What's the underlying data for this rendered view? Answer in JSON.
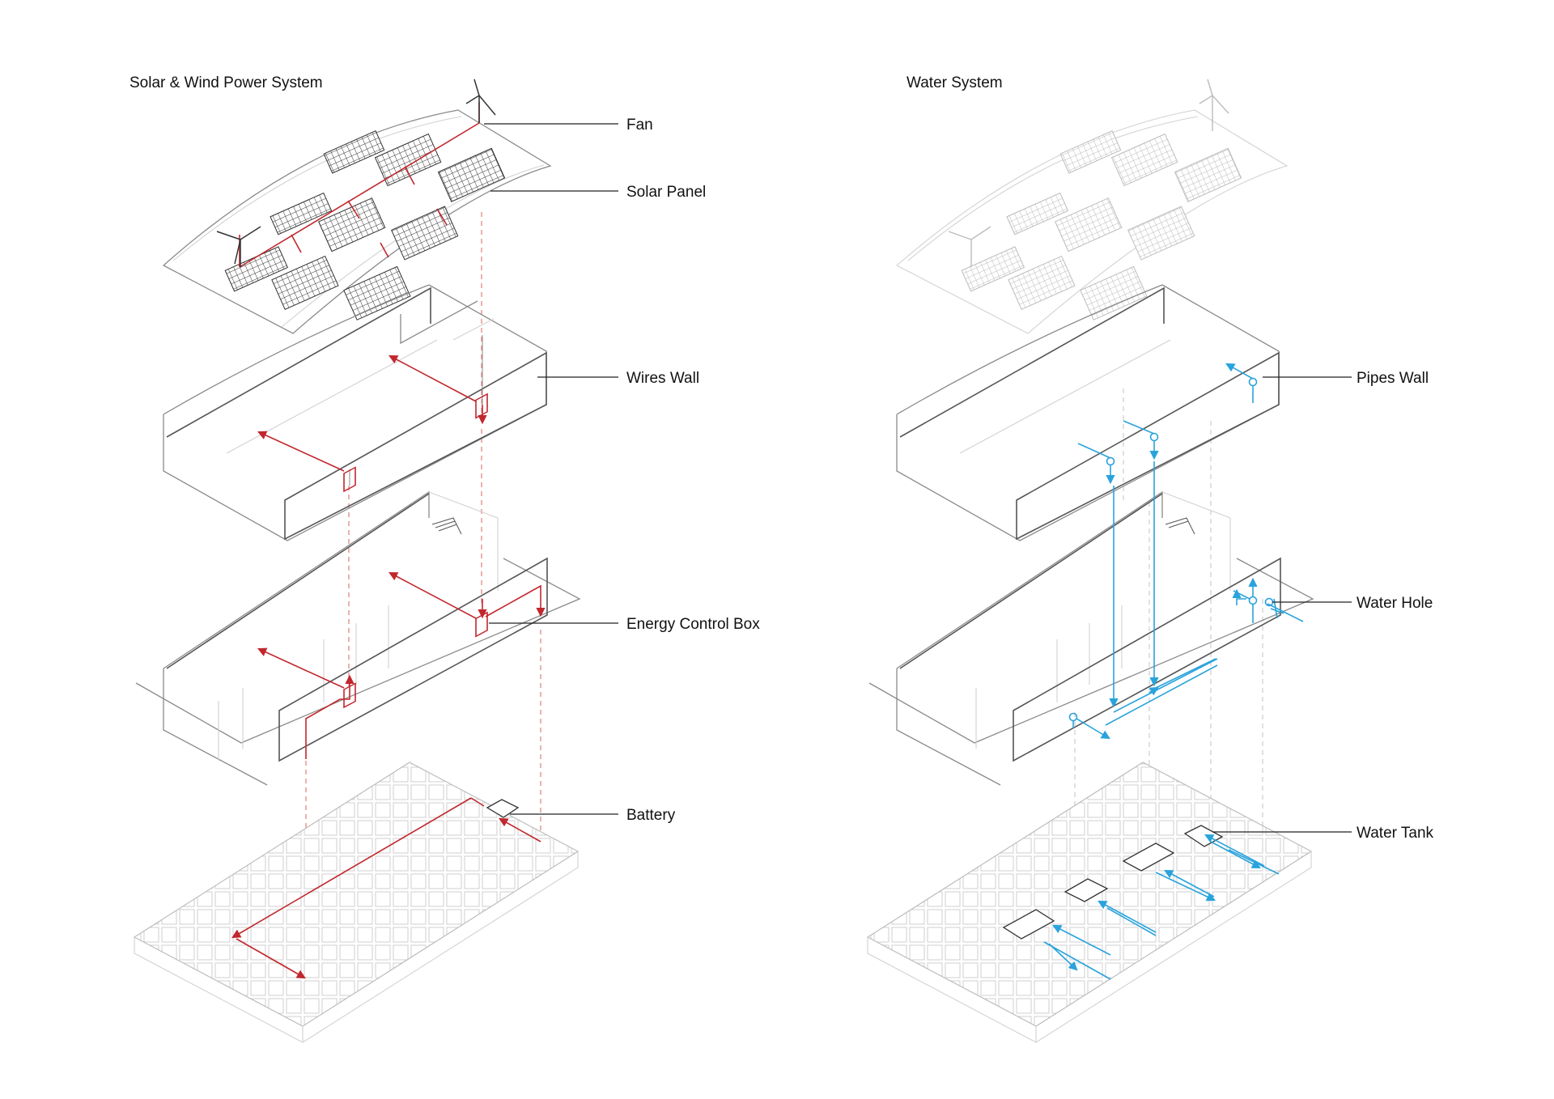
{
  "titles": {
    "left": "Solar & Wind Power System",
    "right": "Water System"
  },
  "labels": {
    "fan": "Fan",
    "solar_panel": "Solar Panel",
    "wires_wall": "Wires Wall",
    "energy_control_box": "Energy Control Box",
    "battery": "Battery",
    "pipes_wall": "Pipes Wall",
    "water_hole": "Water Hole",
    "water_tank": "Water Tank"
  },
  "colors": {
    "power_lines": "#c1272d",
    "water_lines": "#29a3dc",
    "outline": "#8a8a8a",
    "background": "#ffffff"
  }
}
